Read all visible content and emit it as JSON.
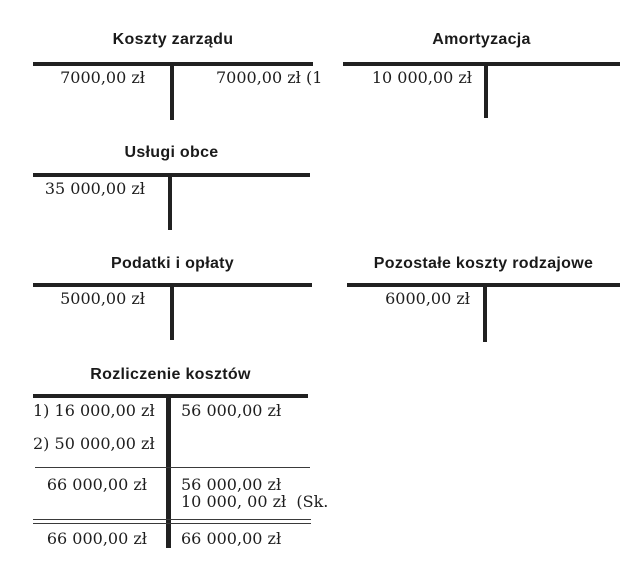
{
  "page": {
    "background": "#ffffff",
    "text_color": "#1e1e1e",
    "line_color": "#212121",
    "currency": "zł"
  },
  "accounts": [
    {
      "id": "koszty-zarzadu",
      "title": "Koszty zarządu",
      "debit": [
        "7000,00 zł"
      ],
      "credit": [
        "7000,00 zł (1"
      ]
    },
    {
      "id": "amortyzacja",
      "title": "Amortyzacja",
      "debit": [
        "10 000,00 zł"
      ],
      "credit": []
    },
    {
      "id": "uslugi-obce",
      "title": "Usługi obce",
      "debit": [
        "35 000,00 zł"
      ],
      "credit": []
    },
    {
      "id": "podatki-i-oplaty",
      "title": "Podatki i opłaty",
      "debit": [
        "5000,00 zł"
      ],
      "credit": []
    },
    {
      "id": "pozostale-koszty-rodzajowe",
      "title": "Pozostałe koszty rodzajowe",
      "debit": [
        "6000,00 zł"
      ],
      "credit": []
    },
    {
      "id": "rozliczenie-kosztow",
      "title": "Rozliczenie kosztów",
      "debit": [
        "1) 16 000,00 zł",
        "2) 50 000,00 zł"
      ],
      "credit": [
        "56 000,00 zł"
      ],
      "subtotal": {
        "debit": "66 000,00 zł",
        "credit": [
          "56 000,00 zł",
          "10 000, 00 zł  (Sk."
        ]
      },
      "total": {
        "debit": "66 000,00 zł",
        "credit": "66 000,00 zł"
      }
    }
  ]
}
